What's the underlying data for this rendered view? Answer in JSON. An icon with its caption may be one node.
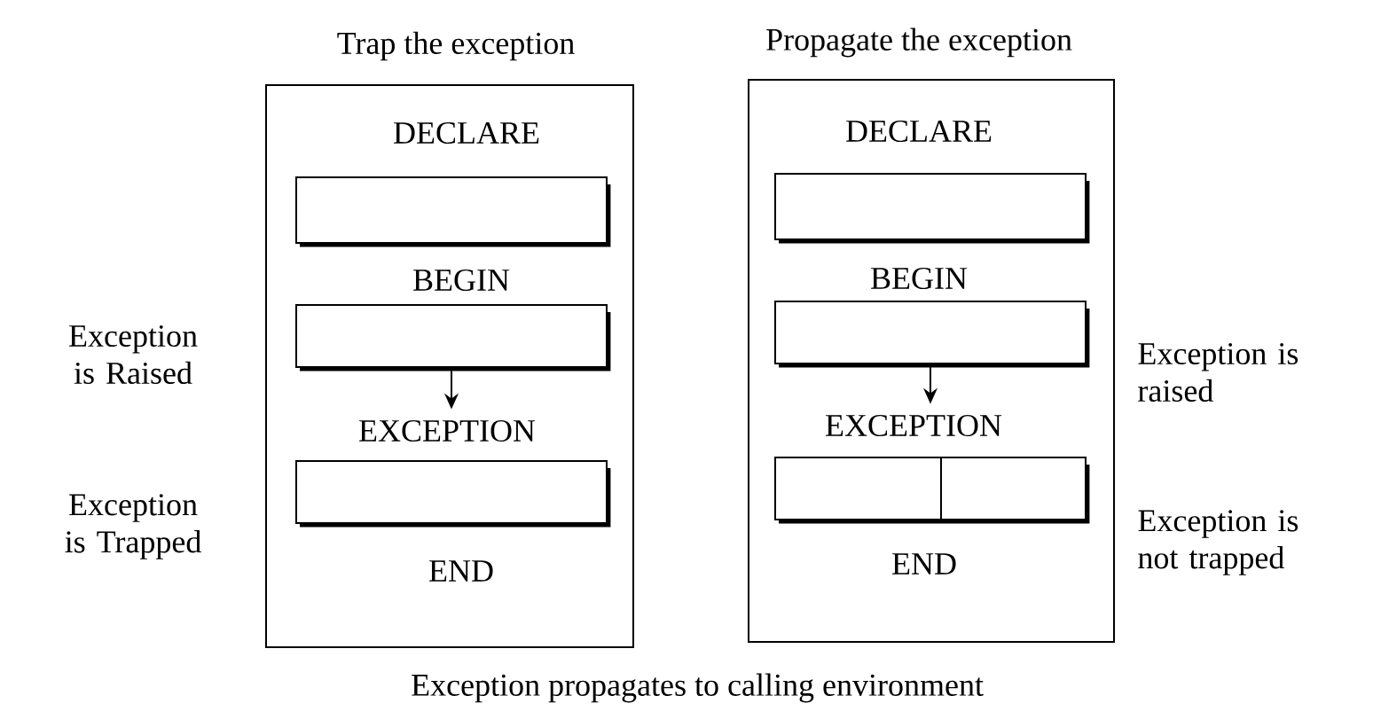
{
  "diagram": {
    "caption": "Exception propagates to calling environment",
    "nodes": [
      {
        "text": [
          "Trap the exception",
          "END"
        ]
      },
      {
        "text": [
          "DECLARE"
        ],
        "in": 0
      },
      {
        "text": [
          "BEGIN"
        ],
        "in": 0
      },
      {
        "text": [
          "EXCEPTION"
        ],
        "in": 0
      },
      {
        "text": [
          "Propagate the exception",
          "END"
        ]
      },
      {
        "text": [
          "DECLARE"
        ],
        "in": 4
      },
      {
        "text": [
          "BEGIN"
        ],
        "in": 4
      },
      {
        "text": [
          "EXCEPTION"
        ],
        "in": 4
      }
    ],
    "edges": [
      {
        "from": 2,
        "to": 3,
        "arrow": "to"
      },
      {
        "from": 6,
        "to": 7,
        "arrow": "to"
      }
    ],
    "labels": [
      "Exception is Raised",
      "Exception is Trapped",
      "Exception is raised",
      "Exception is not trapped"
    ]
  }
}
